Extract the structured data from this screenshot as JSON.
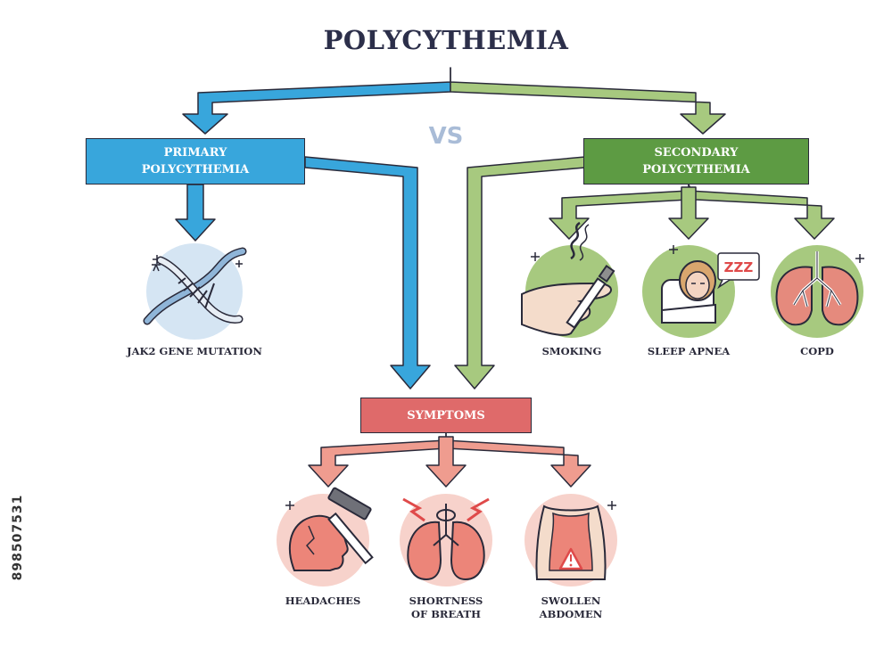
{
  "title": "POLYCYTHEMIA",
  "vs_label": "VS",
  "primary": {
    "label_line1": "PRIMARY",
    "label_line2": "POLYCYTHEMIA",
    "causes": [
      {
        "icon": "dna-icon",
        "label": "JAK2 GENE MUTATION"
      }
    ]
  },
  "secondary": {
    "label_line1": "SECONDARY",
    "label_line2": "POLYCYTHEMIA",
    "causes": [
      {
        "icon": "cigarette-hand-icon",
        "label": "SMOKING"
      },
      {
        "icon": "sleeping-person-icon",
        "label": "SLEEP APNEA",
        "badge": "ZZZ"
      },
      {
        "icon": "lungs-icon",
        "label": "COPD"
      }
    ]
  },
  "symptoms": {
    "label": "SYMPTOMS",
    "items": [
      {
        "icon": "headache-icon",
        "label_line1": "HEADACHES",
        "label_line2": ""
      },
      {
        "icon": "lungs-breath-icon",
        "label_line1": "SHORTNESS",
        "label_line2": "OF BREATH"
      },
      {
        "icon": "swollen-abdomen-icon",
        "label_line1": "SWOLLEN",
        "label_line2": "ABDOMEN"
      }
    ]
  },
  "watermark": "898507531",
  "colors": {
    "primary_blue": "#38a6dc",
    "secondary_green": "#5d9b43",
    "green_arrow": "#a7c97f",
    "symptoms_red": "#df6a6a",
    "symptoms_arrow": "#ef9c8f",
    "outline": "#2a2a3a"
  }
}
